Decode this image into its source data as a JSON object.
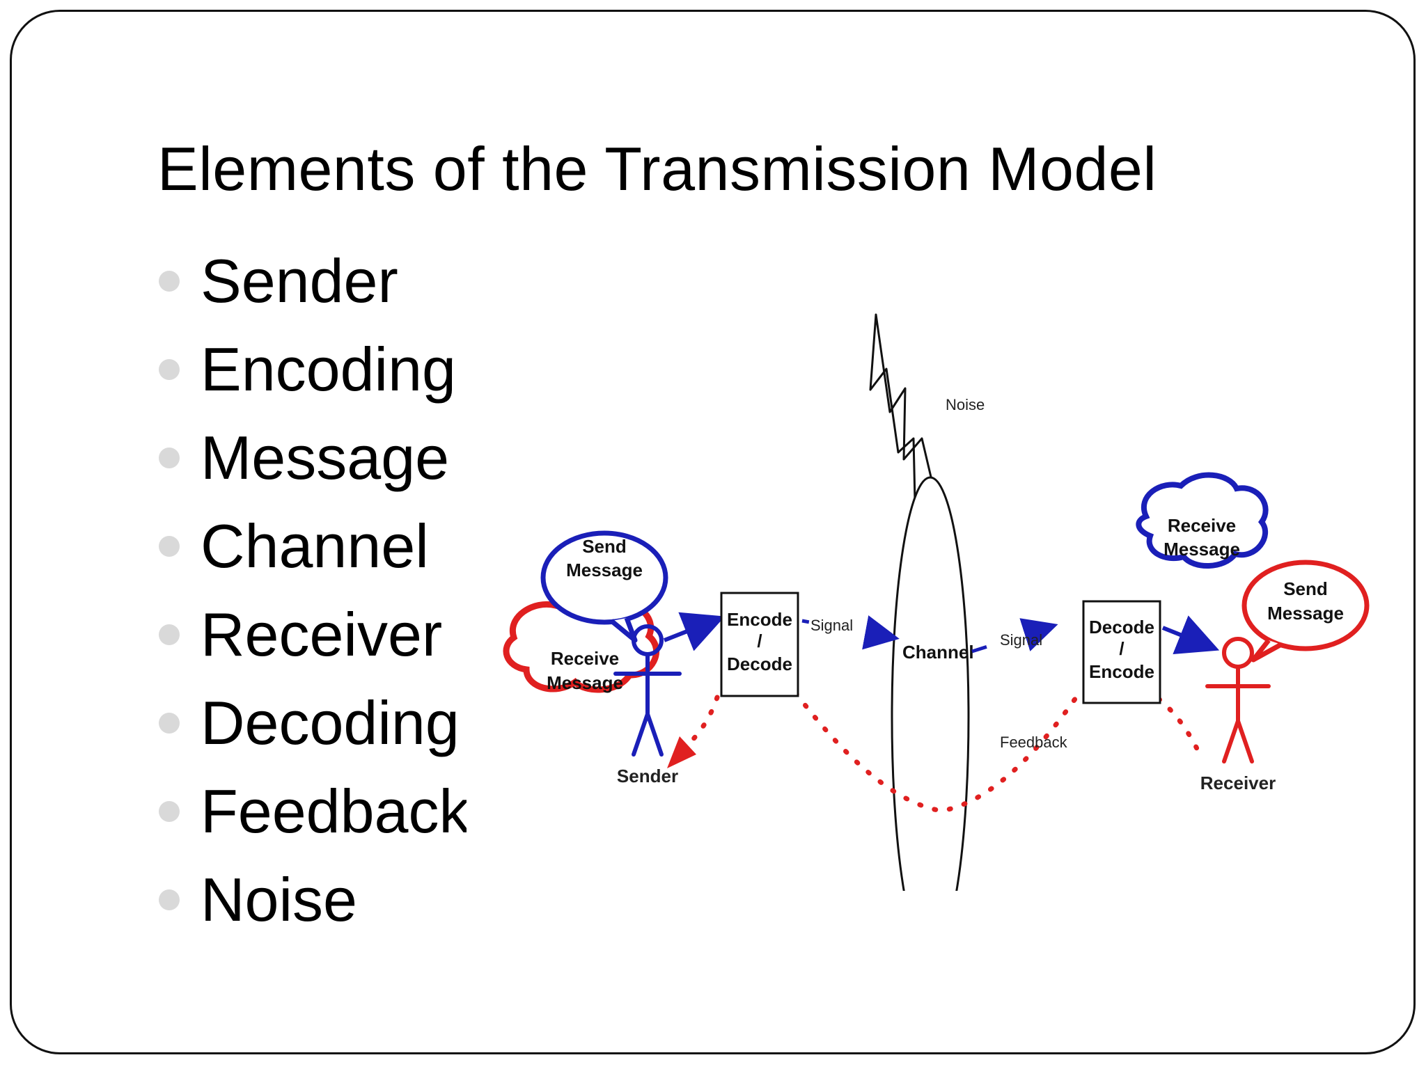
{
  "slide": {
    "title": "Elements of the Transmission Model",
    "bullets": [
      "Sender",
      "Encoding",
      "Message",
      "Channel",
      "Receiver",
      "Decoding",
      "Feedback",
      "Noise"
    ]
  },
  "diagram": {
    "sender_send_bubble": [
      "Send",
      "Message"
    ],
    "sender_receive_bubble": [
      "Receive",
      "Message"
    ],
    "receiver_receive_bubble": [
      "Receive",
      "Message"
    ],
    "receiver_send_bubble": [
      "Send",
      "Message"
    ],
    "encode_box": [
      "Encode",
      "/",
      "Decode"
    ],
    "decode_box": [
      "Decode",
      "/",
      "Encode"
    ],
    "signal_label_left": "Signal",
    "signal_label_right": "Signal",
    "channel_label": "Channel",
    "noise_label": "Noise",
    "feedback_label": "Feedback",
    "sender_label": "Sender",
    "receiver_label": "Receiver",
    "colors": {
      "sender": "#1a1fb8",
      "receiver": "#e02020",
      "ink": "#111111"
    }
  }
}
